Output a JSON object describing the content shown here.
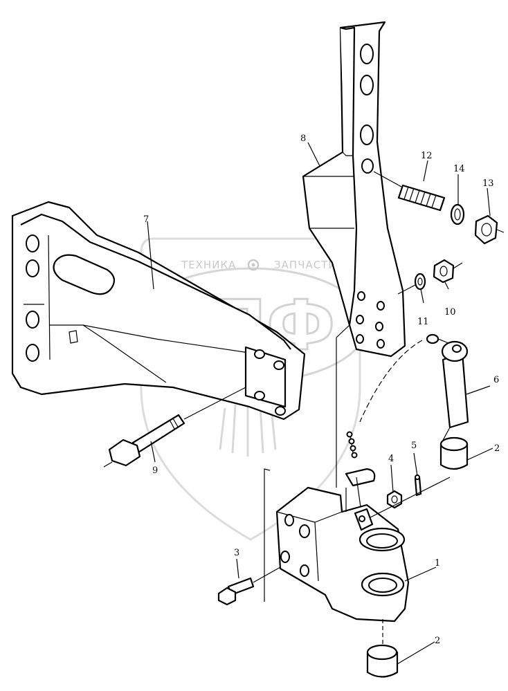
{
  "watermark": {
    "left_text": "ТЕХНИКА",
    "right_text": "ЗАПЧАСТИ",
    "big_text": "ЭПФ",
    "icon": "gear-icon"
  },
  "callouts": [
    {
      "id": "c1",
      "text": "1"
    },
    {
      "id": "c2a",
      "text": "2"
    },
    {
      "id": "c2b",
      "text": "2"
    },
    {
      "id": "c3",
      "text": "3"
    },
    {
      "id": "c4",
      "text": "4"
    },
    {
      "id": "c5",
      "text": "5"
    },
    {
      "id": "c6",
      "text": "6"
    },
    {
      "id": "c7",
      "text": "7"
    },
    {
      "id": "c8",
      "text": "8"
    },
    {
      "id": "c9",
      "text": "9"
    },
    {
      "id": "c10",
      "text": "10"
    },
    {
      "id": "c11",
      "text": "11"
    },
    {
      "id": "c12",
      "text": "12"
    },
    {
      "id": "c13",
      "text": "13"
    },
    {
      "id": "c14",
      "text": "14"
    }
  ]
}
